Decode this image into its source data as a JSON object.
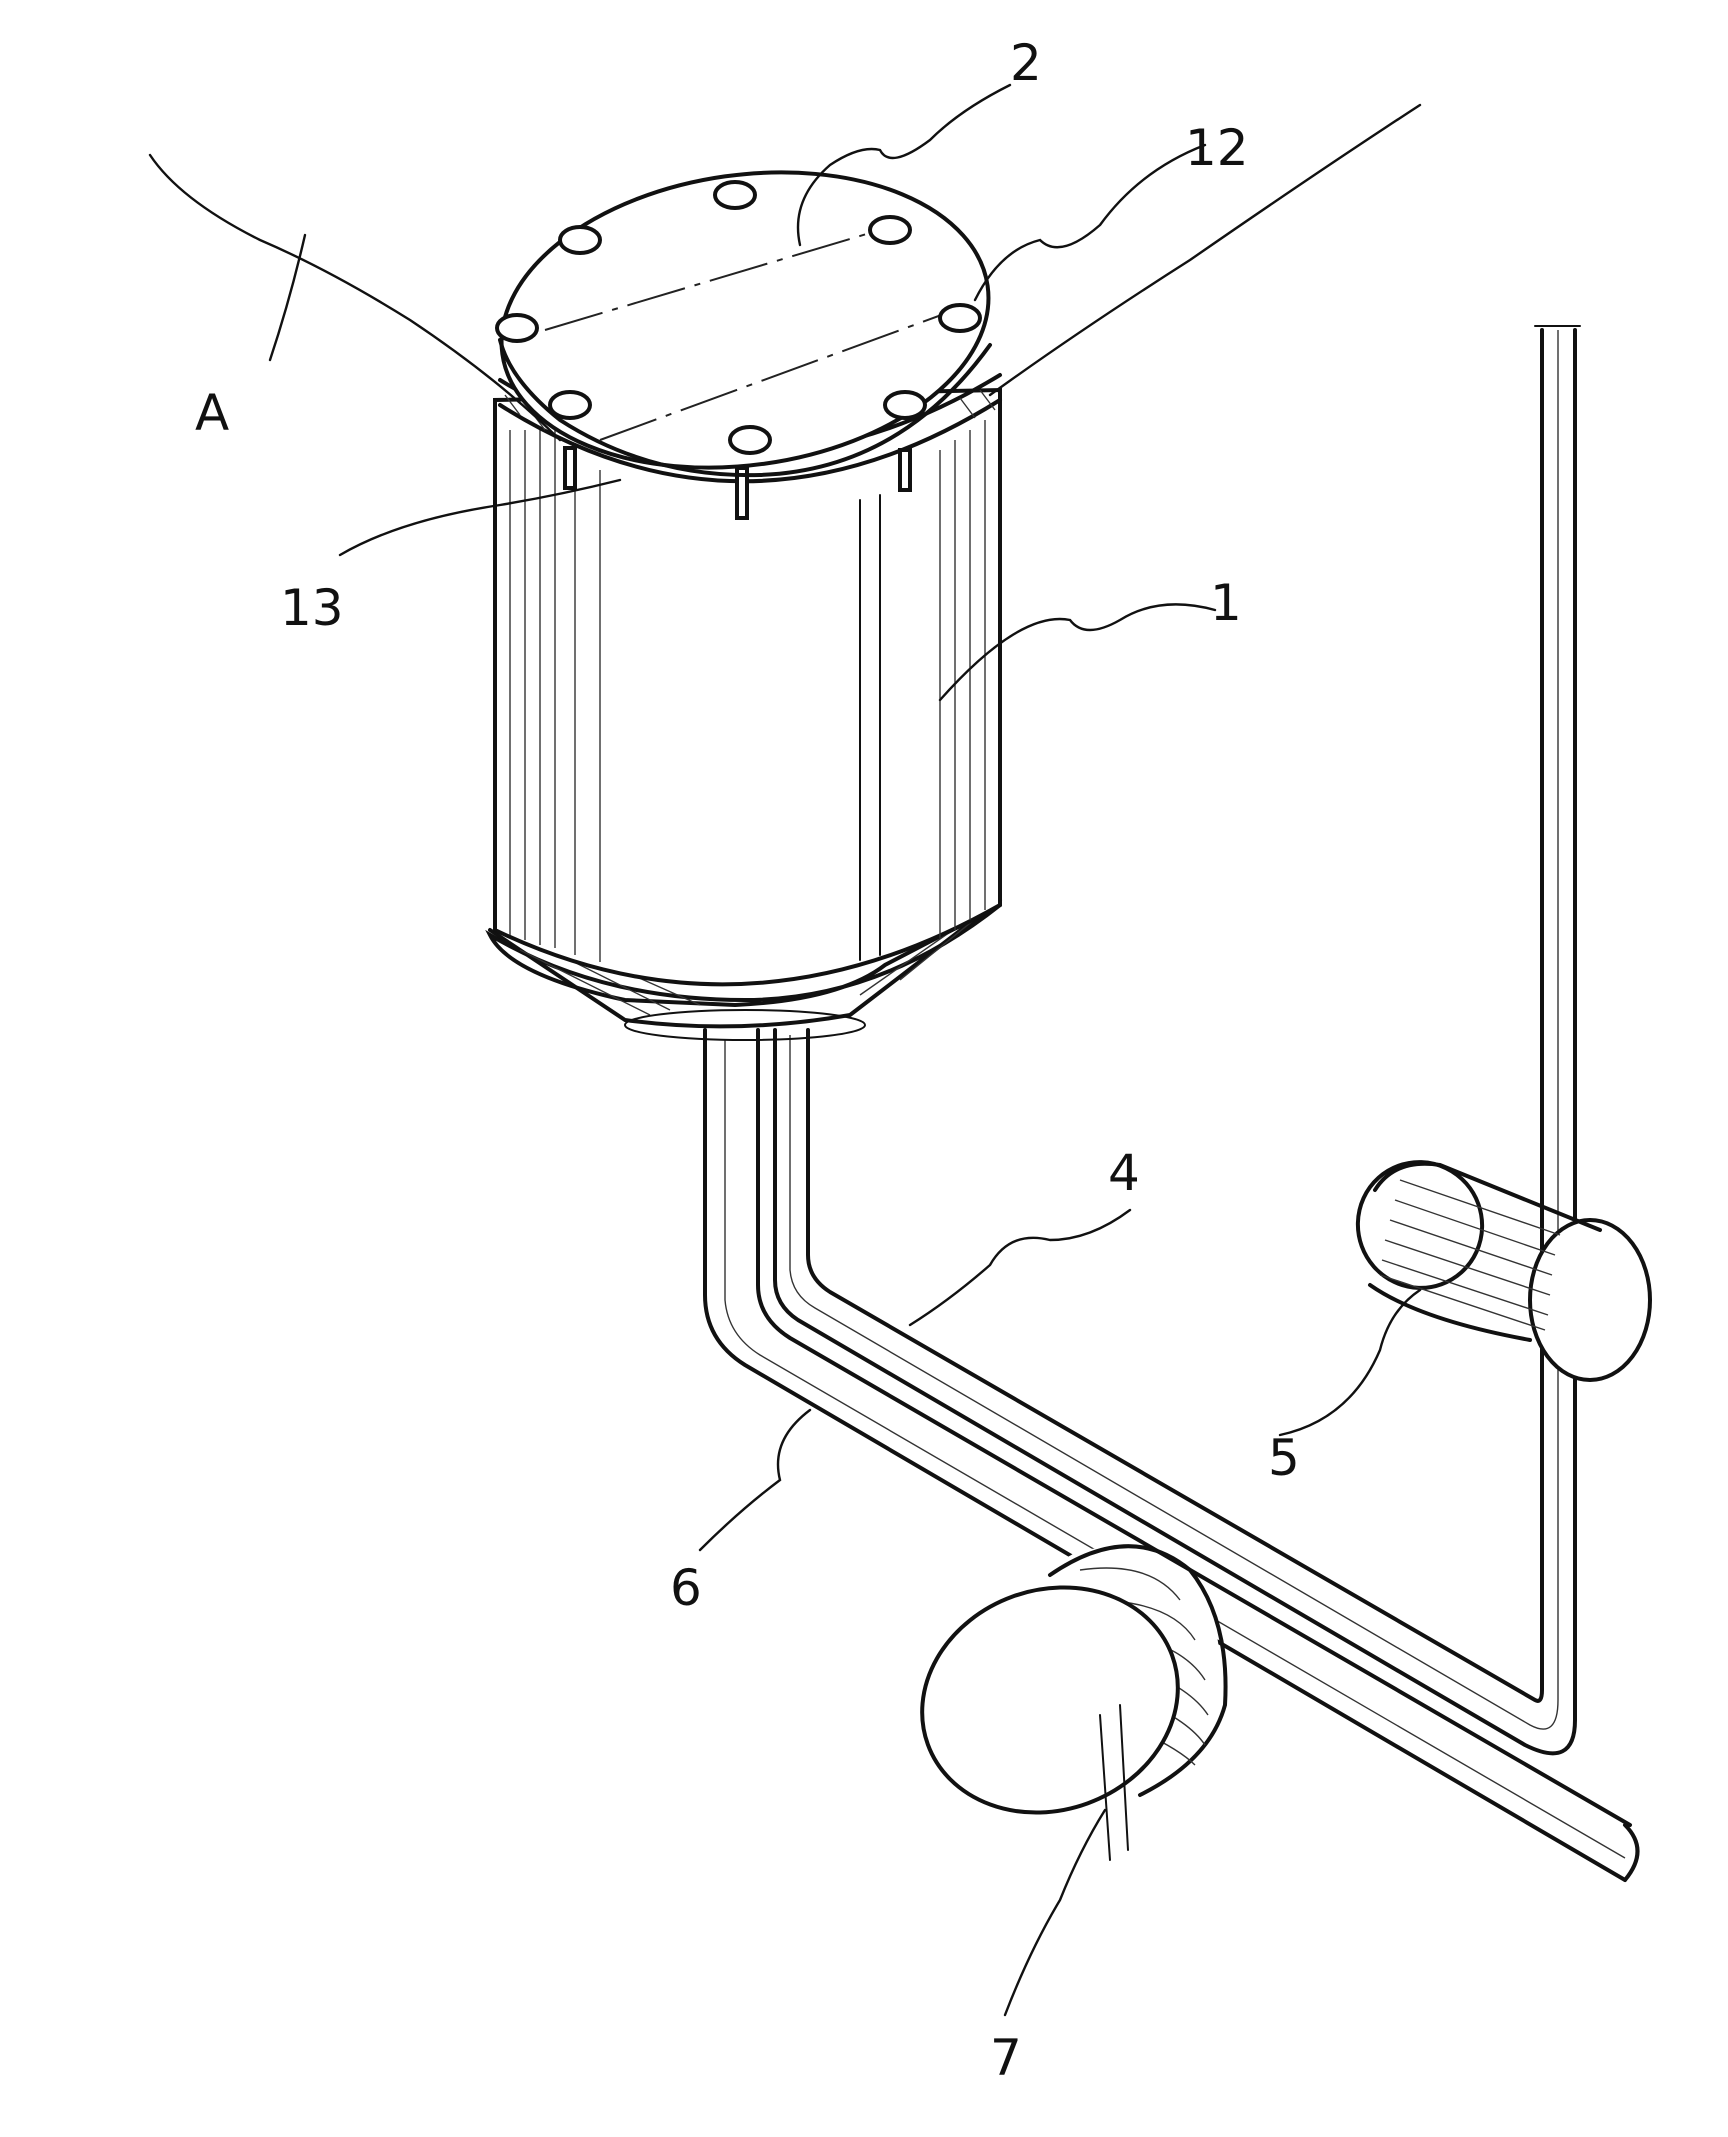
{
  "labels": {
    "container": "1",
    "lid": "2",
    "pipe_upper": "4",
    "roller_upper": "5",
    "pipe_lower": "6",
    "roller_lower": "7",
    "lid_bolt": "12",
    "gap": "13",
    "section": "A"
  },
  "colors": {
    "line": "#111111",
    "background": "#ffffff"
  }
}
